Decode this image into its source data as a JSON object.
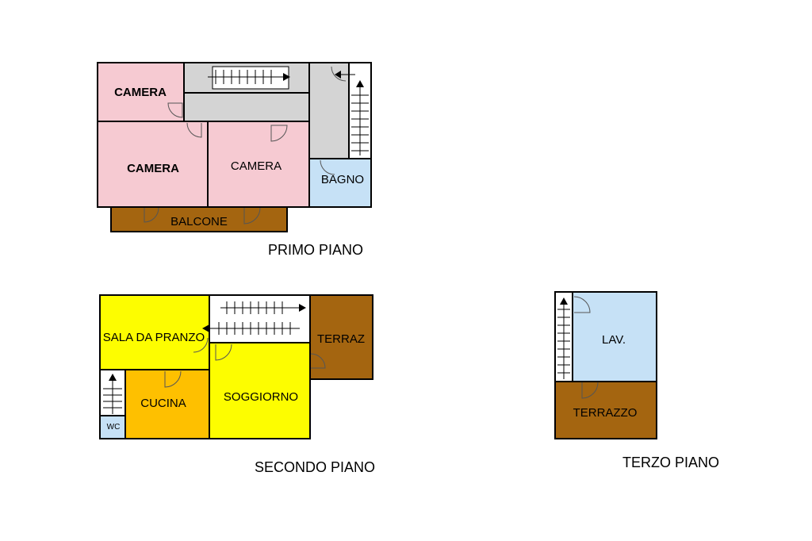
{
  "colors": {
    "bedroom": "#f6cad2",
    "corridor": "#d4d4d4",
    "bath": "#c6e1f6",
    "wood": "#a46510",
    "yellow": "#fdfd00",
    "kitchen": "#fec000",
    "outline": "#000000"
  },
  "floors": {
    "primo": {
      "title": "PRIMO PIANO",
      "rooms": {
        "camera_top": "CAMERA",
        "camera_left": "CAMERA",
        "camera_mid": "CAMERA",
        "bagno": "BAGNO",
        "balcone": "BALCONE"
      }
    },
    "secondo": {
      "title": "SECONDO PIANO",
      "rooms": {
        "sala": "SALA DA PRANZO",
        "terraz": "TERRAZ",
        "cucina": "CUCINA",
        "soggiorno": "SOGGIORNO",
        "wc": "WC"
      }
    },
    "terzo": {
      "title": "TERZO PIANO",
      "rooms": {
        "lav": "LAV.",
        "terrazzo": "TERRAZZO"
      }
    }
  }
}
